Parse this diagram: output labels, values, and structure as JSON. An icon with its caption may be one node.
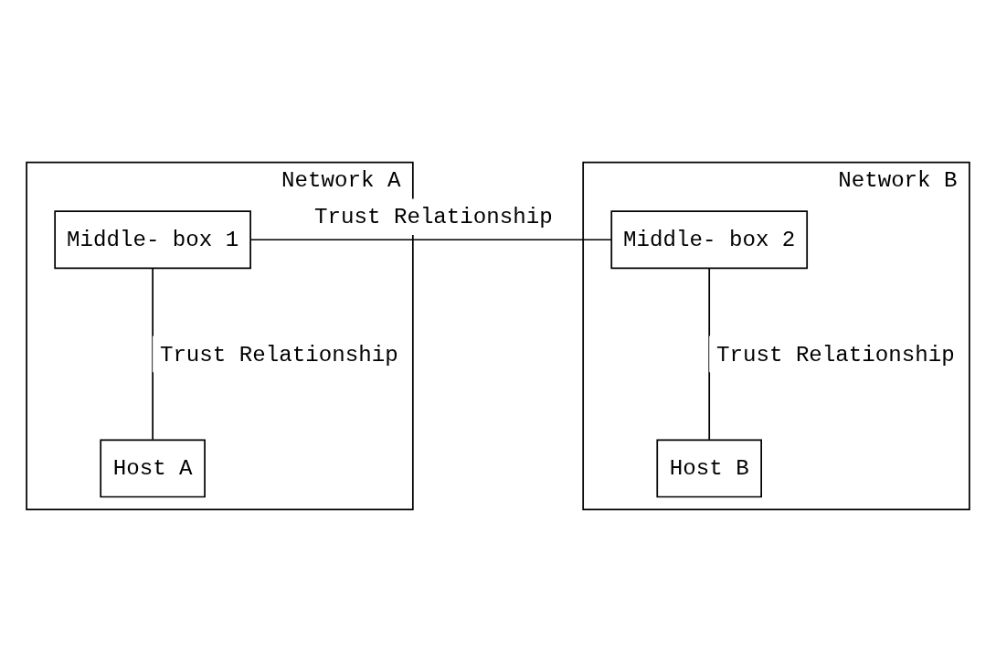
{
  "diagram": {
    "nodes": [
      {
        "text": [
          "Network A"
        ]
      },
      {
        "text": [
          "Middle- box 1"
        ],
        "in": 0
      },
      {
        "text": [
          "Host A"
        ],
        "in": 0
      },
      {
        "text": [
          "Network B"
        ]
      },
      {
        "text": [
          "Middle- box 2"
        ],
        "in": 3
      },
      {
        "text": [
          "Host B"
        ],
        "in": 3
      }
    ],
    "edges": [
      {
        "from": 1,
        "to": 2,
        "arrow": "none",
        "label": "Trust Relationship"
      },
      {
        "from": 1,
        "to": 4,
        "arrow": "none",
        "label": "Trust Relationship"
      },
      {
        "from": 4,
        "to": 5,
        "arrow": "none",
        "label": "Trust Relationship"
      }
    ]
  }
}
